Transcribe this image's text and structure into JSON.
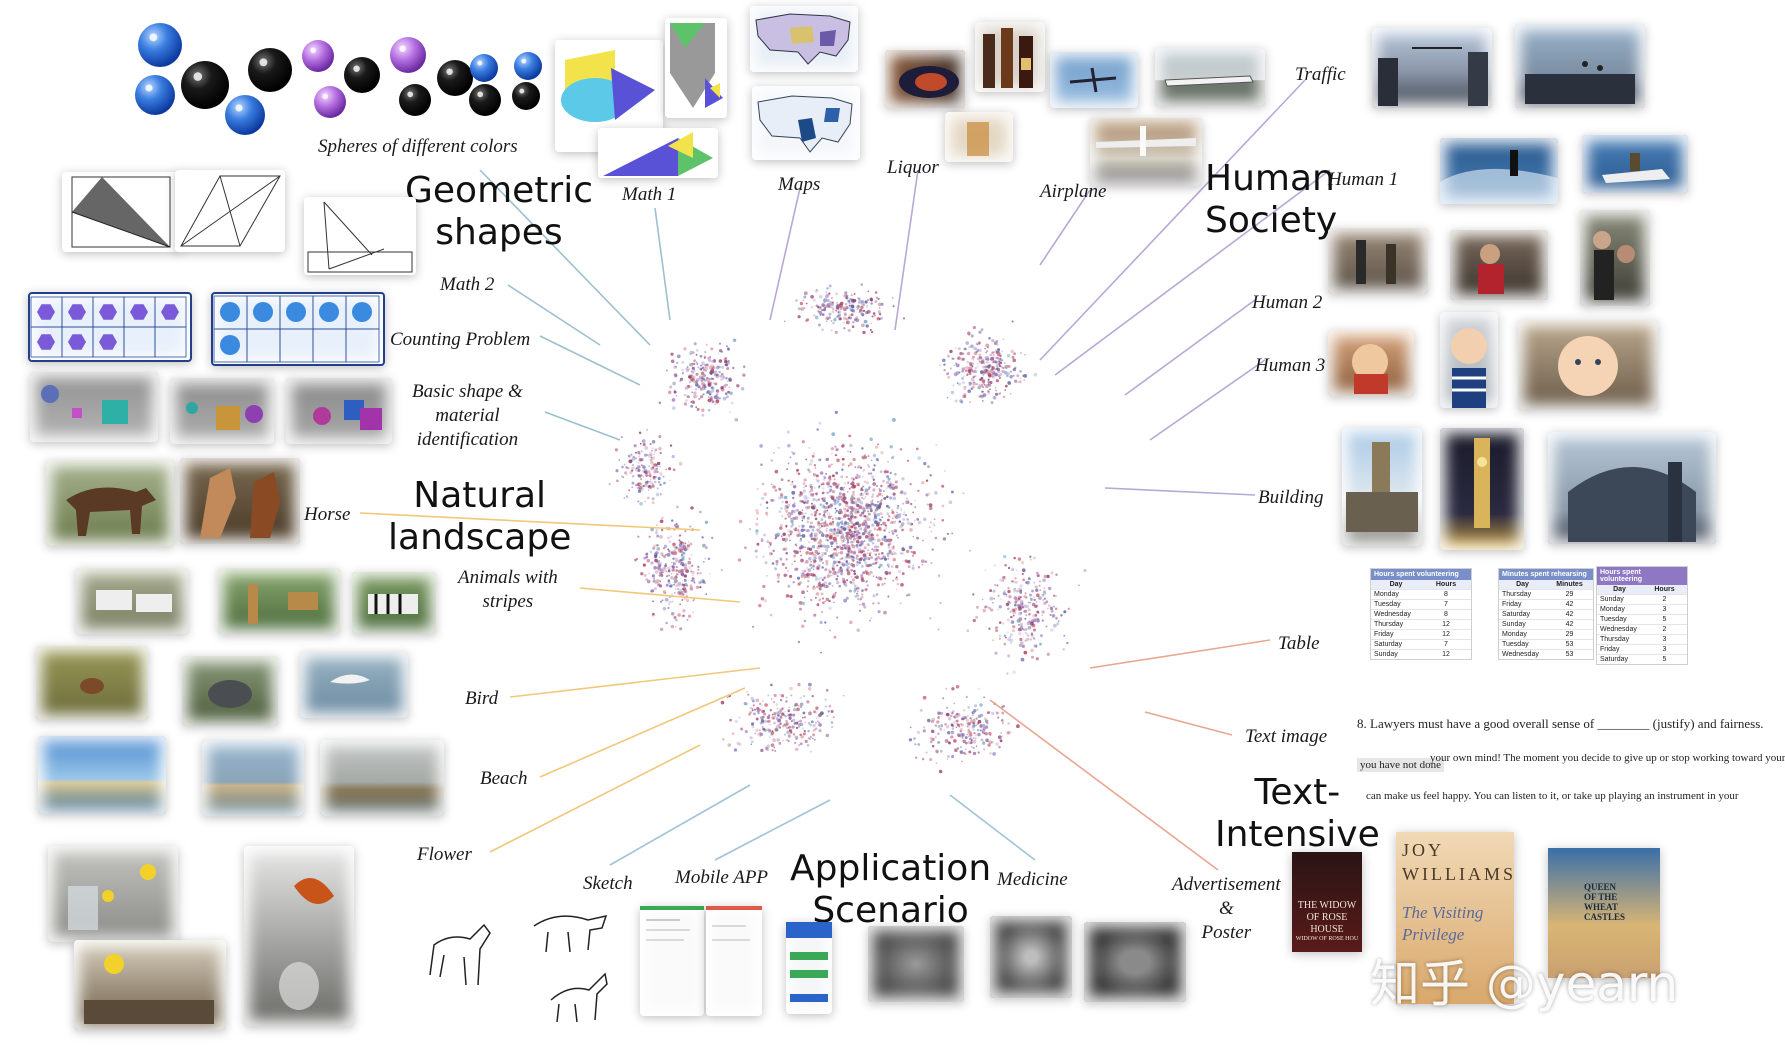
{
  "categories": {
    "geometric": "Geometric\nshapes",
    "natural": "Natural\nlandscape",
    "human": "Human\nSociety",
    "text": "Text-\nIntensive",
    "application": "Application\nScenario"
  },
  "labels": {
    "spheres": "Spheres of different colors",
    "math1": "Math 1",
    "maps": "Maps",
    "liquor": "Liquor",
    "airplane": "Airplane",
    "traffic": "Traffic",
    "math2": "Math 2",
    "counting": "Counting Problem",
    "basic_shape": "Basic shape &\nmaterial\nidentification",
    "horse": "Horse",
    "stripes": "Animals with\nstripes",
    "bird": "Bird",
    "beach": "Beach",
    "flower": "Flower",
    "sketch": "Sketch",
    "mobile_app": "Mobile APP",
    "medicine": "Medicine",
    "advertisement": "Advertisement\n&\nPoster",
    "text_image": "Text image",
    "table": "Table",
    "building": "Building",
    "human1": "Human 1",
    "human2": "Human 2",
    "human3": "Human 3"
  },
  "tables": [
    {
      "title": "Hours spent volunteering",
      "col1": "Day",
      "col2": "Hours",
      "rows": [
        [
          "Monday",
          "8"
        ],
        [
          "Tuesday",
          "7"
        ],
        [
          "Wednesday",
          "8"
        ],
        [
          "Thursday",
          "12"
        ],
        [
          "Friday",
          "12"
        ],
        [
          "Saturday",
          "7"
        ],
        [
          "Sunday",
          "12"
        ]
      ]
    },
    {
      "title": "Minutes spent rehearsing",
      "col1": "Day",
      "col2": "Minutes",
      "rows": [
        [
          "Thursday",
          "29"
        ],
        [
          "Friday",
          "42"
        ],
        [
          "Saturday",
          "42"
        ],
        [
          "Sunday",
          "42"
        ],
        [
          "Monday",
          "29"
        ],
        [
          "Tuesday",
          "53"
        ],
        [
          "Wednesday",
          "53"
        ]
      ]
    },
    {
      "title": "Hours spent volunteering",
      "col1": "Day",
      "col2": "Hours",
      "rows": [
        [
          "Sunday",
          "2"
        ],
        [
          "Monday",
          "3"
        ],
        [
          "Tuesday",
          "5"
        ],
        [
          "Wednesday",
          "2"
        ],
        [
          "Thursday",
          "3"
        ],
        [
          "Friday",
          "3"
        ],
        [
          "Saturday",
          "5"
        ]
      ]
    }
  ],
  "text_image": {
    "line1": "8. Lawyers must have a good overall sense of ________ (justify) and fairness.",
    "line2a": "you have not done",
    "line2b": "your own mind! The moment you decide to give up or stop working toward your",
    "line3": "can make us feel happy. You can listen to it, or take up playing an instrument in your"
  },
  "books": {
    "widow": "THE WIDOW OF ROSE HOUSE",
    "widow_sub": "WIDOW OF ROSE HOU",
    "joy": "JOY\nWILLIAMS",
    "joy_title": "The Visiting\nPrivilege",
    "queen": "QUEEN\nOF THE\nWHEAT CASTLES"
  },
  "watermark": "知乎 @yearn",
  "colors": {
    "geometric_line": "#9cc0cf",
    "natural_line": "#efc87a",
    "human_line": "#b9a7d6",
    "text_line": "#e9a690",
    "application_line": "#9fc3d8"
  }
}
